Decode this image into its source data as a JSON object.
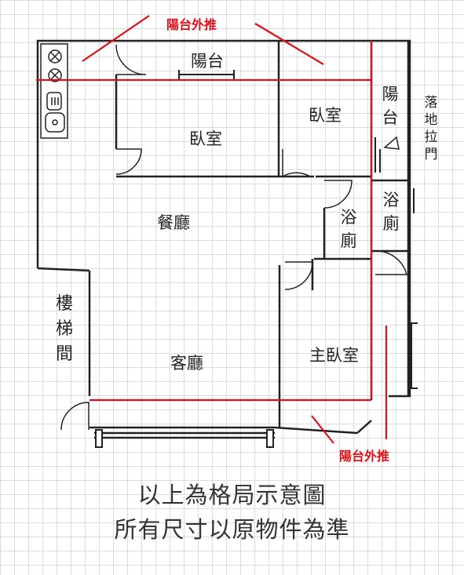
{
  "labels": {
    "balcony_top": "陽台",
    "bedroom_left": "臥室",
    "bedroom_right": "臥室",
    "balcony_right": "陽台",
    "sliding_door": "落地拉門",
    "bath_right": "浴廁",
    "bath_center": "浴廁",
    "dining": "餐廳",
    "stairwell": "樓梯間",
    "living": "客廳",
    "master_bedroom": "主臥室"
  },
  "annotations": {
    "push_out_top": "陽台外推",
    "push_out_bottom": "陽台外推"
  },
  "notes": {
    "line1": "以上為格局示意圖",
    "line2": "所有尺寸以原物件為準"
  },
  "colors": {
    "wall": "#222222",
    "annotation": "#e0101a",
    "grid": "#dcdcdc"
  }
}
